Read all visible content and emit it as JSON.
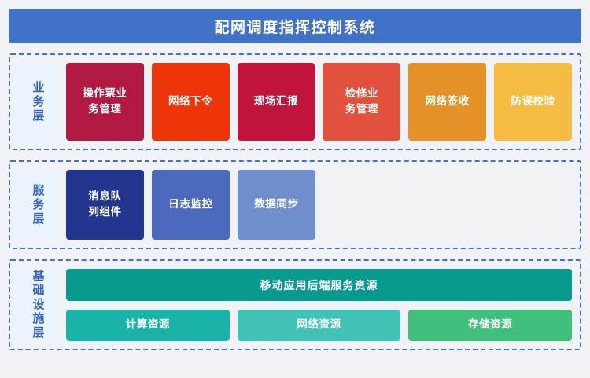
{
  "header": {
    "title": "配网调度指挥控制系统",
    "background_color": "#4272c8",
    "text_color": "#ffffff"
  },
  "page": {
    "background_color": "#f0f2f5",
    "layer_border_color": "#4272c8",
    "layer_label_background": "#eaf4fe",
    "layer_label_color": "#3763b5"
  },
  "layers": [
    {
      "id": "business",
      "label": "业务层",
      "cards": [
        {
          "label": "操作票业务管理",
          "color": "#b11842"
        },
        {
          "label": "网络下令",
          "color": "#ee3509"
        },
        {
          "label": "现场汇报",
          "color": "#c0143c"
        },
        {
          "label": "检修业务管理",
          "color": "#e2503e"
        },
        {
          "label": "网络签收",
          "color": "#e49227"
        },
        {
          "label": "防误校验",
          "color": "#f5bc43"
        }
      ]
    },
    {
      "id": "service",
      "label": "服务层",
      "cards": [
        {
          "label": "消息队列组件",
          "color": "#23368f"
        },
        {
          "label": "日志监控",
          "color": "#4a69bd"
        },
        {
          "label": "数据同步",
          "color": "#6f8fcc"
        }
      ]
    },
    {
      "id": "infrastructure",
      "label": "基础设施层",
      "wide_card": {
        "label": "移动应用后端服务资源",
        "color": "#099a8e"
      },
      "cards": [
        {
          "label": "计算资源",
          "color": "#1bb3a8"
        },
        {
          "label": "网络资源",
          "color": "#41c2b4"
        },
        {
          "label": "存储资源",
          "color": "#41c07c"
        }
      ]
    }
  ]
}
